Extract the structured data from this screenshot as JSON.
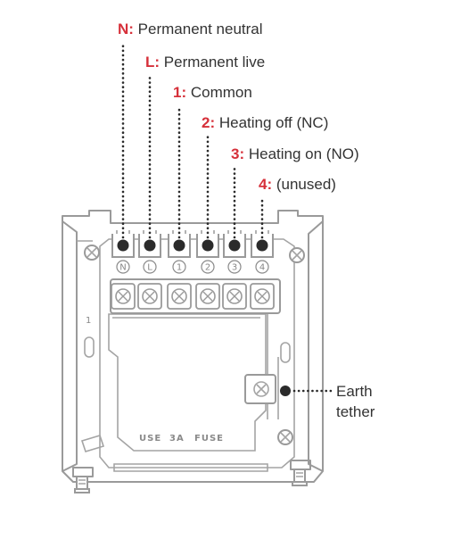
{
  "terminals": [
    {
      "key": "N:",
      "desc": "Permanent neutral",
      "symbol": "N"
    },
    {
      "key": "L:",
      "desc": "Permanent live",
      "symbol": "L"
    },
    {
      "key": "1:",
      "desc": "Common",
      "symbol": "1"
    },
    {
      "key": "2:",
      "desc": "Heating off (NC)",
      "symbol": "2"
    },
    {
      "key": "3:",
      "desc": "Heating on (NO)",
      "symbol": "3"
    },
    {
      "key": "4:",
      "desc": "(unused)",
      "symbol": "4"
    }
  ],
  "earth": {
    "line1": "Earth",
    "line2": "tether"
  },
  "plate_text": {
    "use": "USE",
    "amp": "3A",
    "fuse": "FUSE",
    "side_num": "1"
  },
  "colors": {
    "accent": "#d6303a",
    "text": "#333333",
    "outline": "#9a9a9a"
  }
}
